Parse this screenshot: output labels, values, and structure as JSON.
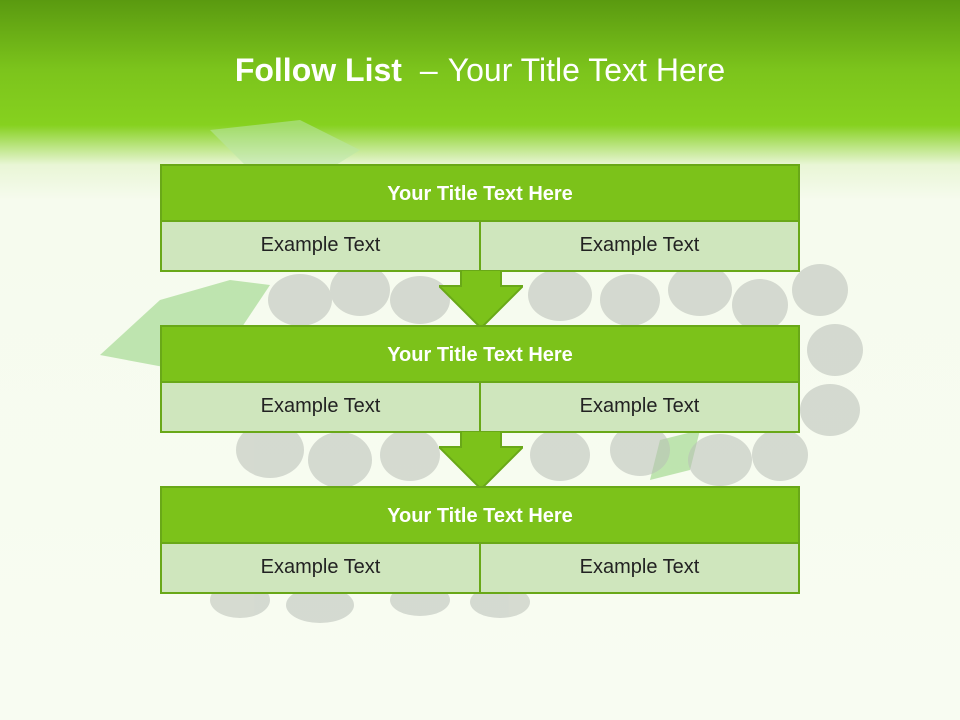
{
  "title": {
    "bold": "Follow List",
    "separator": "–",
    "rest": "Your Title Text Here"
  },
  "blocks": [
    {
      "title": "Your Title Text Here",
      "left": "Example Text",
      "right": "Example Text"
    },
    {
      "title": "Your Title Text Here",
      "left": "Example Text",
      "right": "Example Text"
    },
    {
      "title": "Your Title Text Here",
      "left": "Example Text",
      "right": "Example Text"
    }
  ],
  "colors": {
    "header_green": "#7cc21a",
    "cell_fill": "#cfe6bd",
    "border": "#69a818"
  },
  "icons": [
    "down-arrow-icon",
    "grape-bunch-image"
  ]
}
